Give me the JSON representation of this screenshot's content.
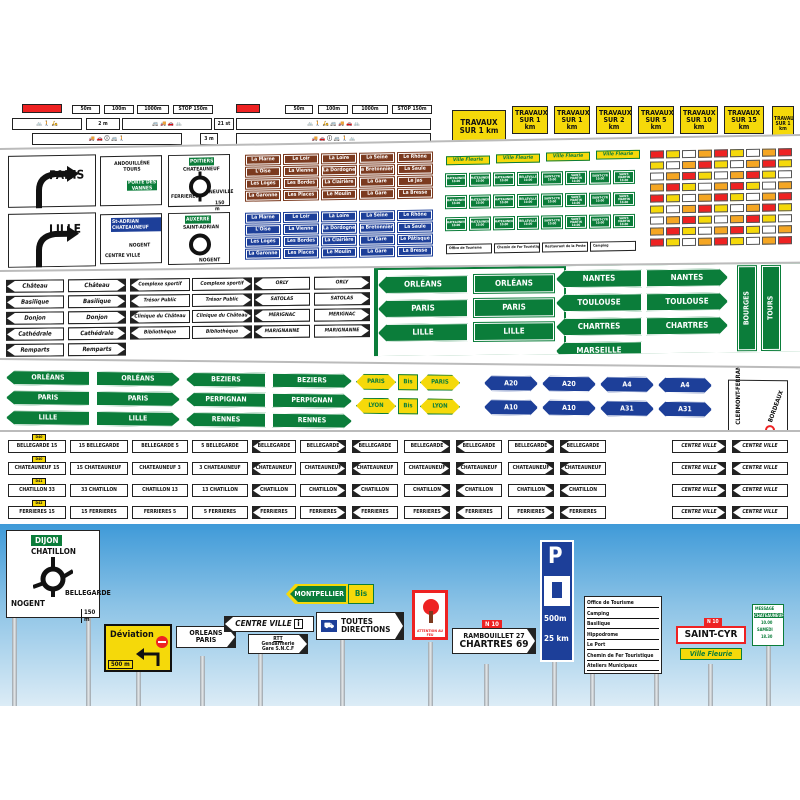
{
  "band1": {
    "distances_a": [
      "50m",
      "100m",
      "1000m",
      "STOP 150m"
    ],
    "distances_b": [
      "2 m",
      "21 st",
      "3 m"
    ],
    "travaux": [
      "TRAVAUX SUR 1 km",
      "TRAVAUX SUR 1 km",
      "TRAVAUX SUR 2 km",
      "TRAVAUX SUR 5 km",
      "TRAVAUX SUR 10 km",
      "TRAVAUX SUR 15 km",
      "TRAVAUX SUR 1 km"
    ]
  },
  "band2": {
    "big_paris": "PARIS",
    "big_lille": "LILLE",
    "panel_small_1": [
      "ANDOUILLÉNE TOURS",
      "PORTE DES VANNES"
    ],
    "panel_small_2": [
      "St-ADRIAN CHATEAUNEUF",
      "NOGENT",
      "CENTRE VILLE"
    ],
    "round_top": [
      "POITIERS",
      "CHATEAUNEUF",
      "FERRIERES",
      "NEUVILLE",
      "150 m"
    ],
    "round_bot": [
      "AUXERRE",
      "SAINT-ADRIAN",
      "NOGENT"
    ],
    "brown_rows": [
      [
        "La Marne",
        "Le Loir",
        "La Loire",
        "La Seine",
        "Le Rhône"
      ],
      [
        "L'Oise",
        "La Vienne",
        "La Dordogne",
        "La Bretonnière",
        "La Saule"
      ],
      [
        "Les Loges",
        "Les Bordes",
        "La Clairière",
        "La Gare",
        "Le Jas"
      ],
      [
        "La Garonne",
        "Les Places",
        "Le Moulin",
        "La Gare",
        "La Bresse"
      ]
    ],
    "blue_rows": [
      [
        "La Marne",
        "Le Loir",
        "La Loire",
        "La Seine",
        "Le Rhône"
      ],
      [
        "L'Oise",
        "La Vienne",
        "La Dordogne",
        "La Bretonnière",
        "La Saule"
      ],
      [
        "Les Loges",
        "Les Bordes",
        "La Clairière",
        "La Gare",
        "Le Pâtisque"
      ],
      [
        "La Garonne",
        "Les Places",
        "Le Moulin",
        "La Gare",
        "La Bresse"
      ]
    ],
    "ville_fleurie": [
      "Ville Fleurie",
      "Ville Fleurie",
      "Ville Fleurie",
      "Ville Fleurie"
    ],
    "green_small": [
      "CHATEAUNEUF 10.00",
      "CHATEAUNEUF 10.00",
      "CHATEAUNEUF 10.00",
      "BELLEVILLE 10.00",
      "SAINT-CYR 10.00",
      "SAINT-MARTIN 10.00",
      "SAINT-CYR 10.00",
      "SAINT-MARTIN 10.00"
    ],
    "tourism_list": [
      "Office de Tourisme",
      "Chemin de Fer Touristique",
      "Restaurant de la Poste",
      "Camping"
    ]
  },
  "band3": {
    "white_signs": [
      [
        "Château",
        "Château",
        "Complexe sportif",
        "Complexe sportif",
        "ORLY",
        "ORLY"
      ],
      [
        "Basilique",
        "Basilique",
        "Trésor Public",
        "Trésor Public",
        "SATOLAS",
        "SATOLAS"
      ],
      [
        "Donjon",
        "Donjon",
        "Clinique du Château",
        "Clinique du Château",
        "MERIGNAC",
        "MERIGNAC"
      ],
      [
        "Cathédrale",
        "Cathédrale",
        "Bibliothèque",
        "Bibliothèque",
        "MARIGNANNE",
        "MARIGNANNE"
      ],
      [
        "Remparts",
        "Remparts",
        "",
        "",
        "",
        ""
      ]
    ],
    "green_a": [
      "ORLÉANS",
      "PARIS",
      "LILLE"
    ],
    "green_b": [
      "NANTES",
      "TOULOUSE",
      "CHARTRES",
      "NANTES",
      "TOULOUSE",
      "CHARTRES",
      "MARSEILLE"
    ],
    "vertical": [
      "BOURGES",
      "TOURS"
    ]
  },
  "band4": {
    "green_a": [
      "ORLÉANS",
      "PARIS",
      "LILLE",
      "ORLÉANS",
      "PARIS",
      "LILLE"
    ],
    "green_b": [
      "BEZIERS",
      "PERPIGNAN",
      "RENNES",
      "BEZIERS",
      "PERPIGNAN",
      "RENNES"
    ],
    "yellow_bis": [
      "PARIS",
      "Bis",
      "PARIS",
      "LYON",
      "Bis",
      "LYON"
    ],
    "blue_hex": [
      "A20",
      "A20",
      "A4",
      "A4",
      "A10",
      "A10",
      "A31",
      "A31"
    ],
    "corner": [
      "CLERMONT-FERRAND",
      "BORDEAUX"
    ]
  },
  "band5": {
    "rows": [
      [
        "BELLEGARDE 15",
        "15 BELLEGARDE",
        "BELLEGARDE 5",
        "5 BELLEGARDE",
        "BELLEGARDE",
        "BELLEGARDE",
        "BELLEGARDE",
        "BELLEGARDE",
        "BELLEGARDE",
        "BELLEGARDE",
        "BELLEGARDE",
        "CENTRE VILLE",
        "CENTRE VILLE"
      ],
      [
        "CHATEAUNEUF 15",
        "15 CHATEAUNEUF",
        "CHATEAUNEUF 3",
        "3 CHATEAUNEUF",
        "CHATEAUNEUF",
        "CHATEAUNEUF",
        "CHATEAUNEUF",
        "CHATEAUNEUF",
        "CHATEAUNEUF",
        "CHATEAUNEUF",
        "CHATEAUNEUF",
        "CENTRE VILLE",
        "CENTRE VILLE"
      ],
      [
        "CHATILLON 33",
        "33 CHATILLON",
        "CHATILLON 13",
        "13 CHATILLON",
        "CHATILLON",
        "CHATILLON",
        "CHATILLON",
        "CHATILLON",
        "CHATILLON",
        "CHATILLON",
        "CHATILLON",
        "CENTRE VILLE",
        "CENTRE VILLE"
      ],
      [
        "FERRIERES 15",
        "15 FERRIERES",
        "FERRIERES 5",
        "5 FERRIERES",
        "FERRIERES",
        "FERRIERES",
        "FERRIERES",
        "FERRIERES",
        "FERRIERES",
        "FERRIERES",
        "FERRIERES",
        "CENTRE VILLE",
        "CENTRE VILLE"
      ]
    ],
    "badges": [
      "D40",
      "D40",
      "D41",
      "D42"
    ]
  },
  "scene": {
    "round": [
      "DIJON",
      "CHATILLON",
      "NOGENT",
      "BELLEGARDE",
      "150 m"
    ],
    "deviation": [
      "Déviation",
      "500 m"
    ],
    "orleans": [
      "ORLEANS",
      "PARIS"
    ],
    "centre": [
      "CENTRE VILLE"
    ],
    "gendarmerie": [
      "RTT",
      "Gendarmerie",
      "Gare S.N.C.F"
    ],
    "toutes": [
      "TOUTES",
      "DIRECTIONS"
    ],
    "montpellier": [
      "MONTPELLIER",
      "Bis"
    ],
    "attention": [
      "ATTENTION AU FEU"
    ],
    "chartres": [
      "N 10",
      "RAMBOUILLET",
      "27",
      "CHARTRES",
      "69"
    ],
    "parking": [
      "P",
      "500m",
      "25 km"
    ],
    "list": [
      "Office de Tourisme",
      "Camping",
      "Basilique",
      "Hippodrome",
      "Le Port",
      "Chemin de Fer Touristique",
      "Ateliers Municipaux"
    ],
    "saintcyr": [
      "N 10",
      "SAINT-CYR",
      "Ville Fleurie"
    ],
    "chateau_small": [
      "MESSAGE",
      "CHATEAUNEUF",
      "10.00",
      "SAMEDI",
      "18.30"
    ]
  }
}
